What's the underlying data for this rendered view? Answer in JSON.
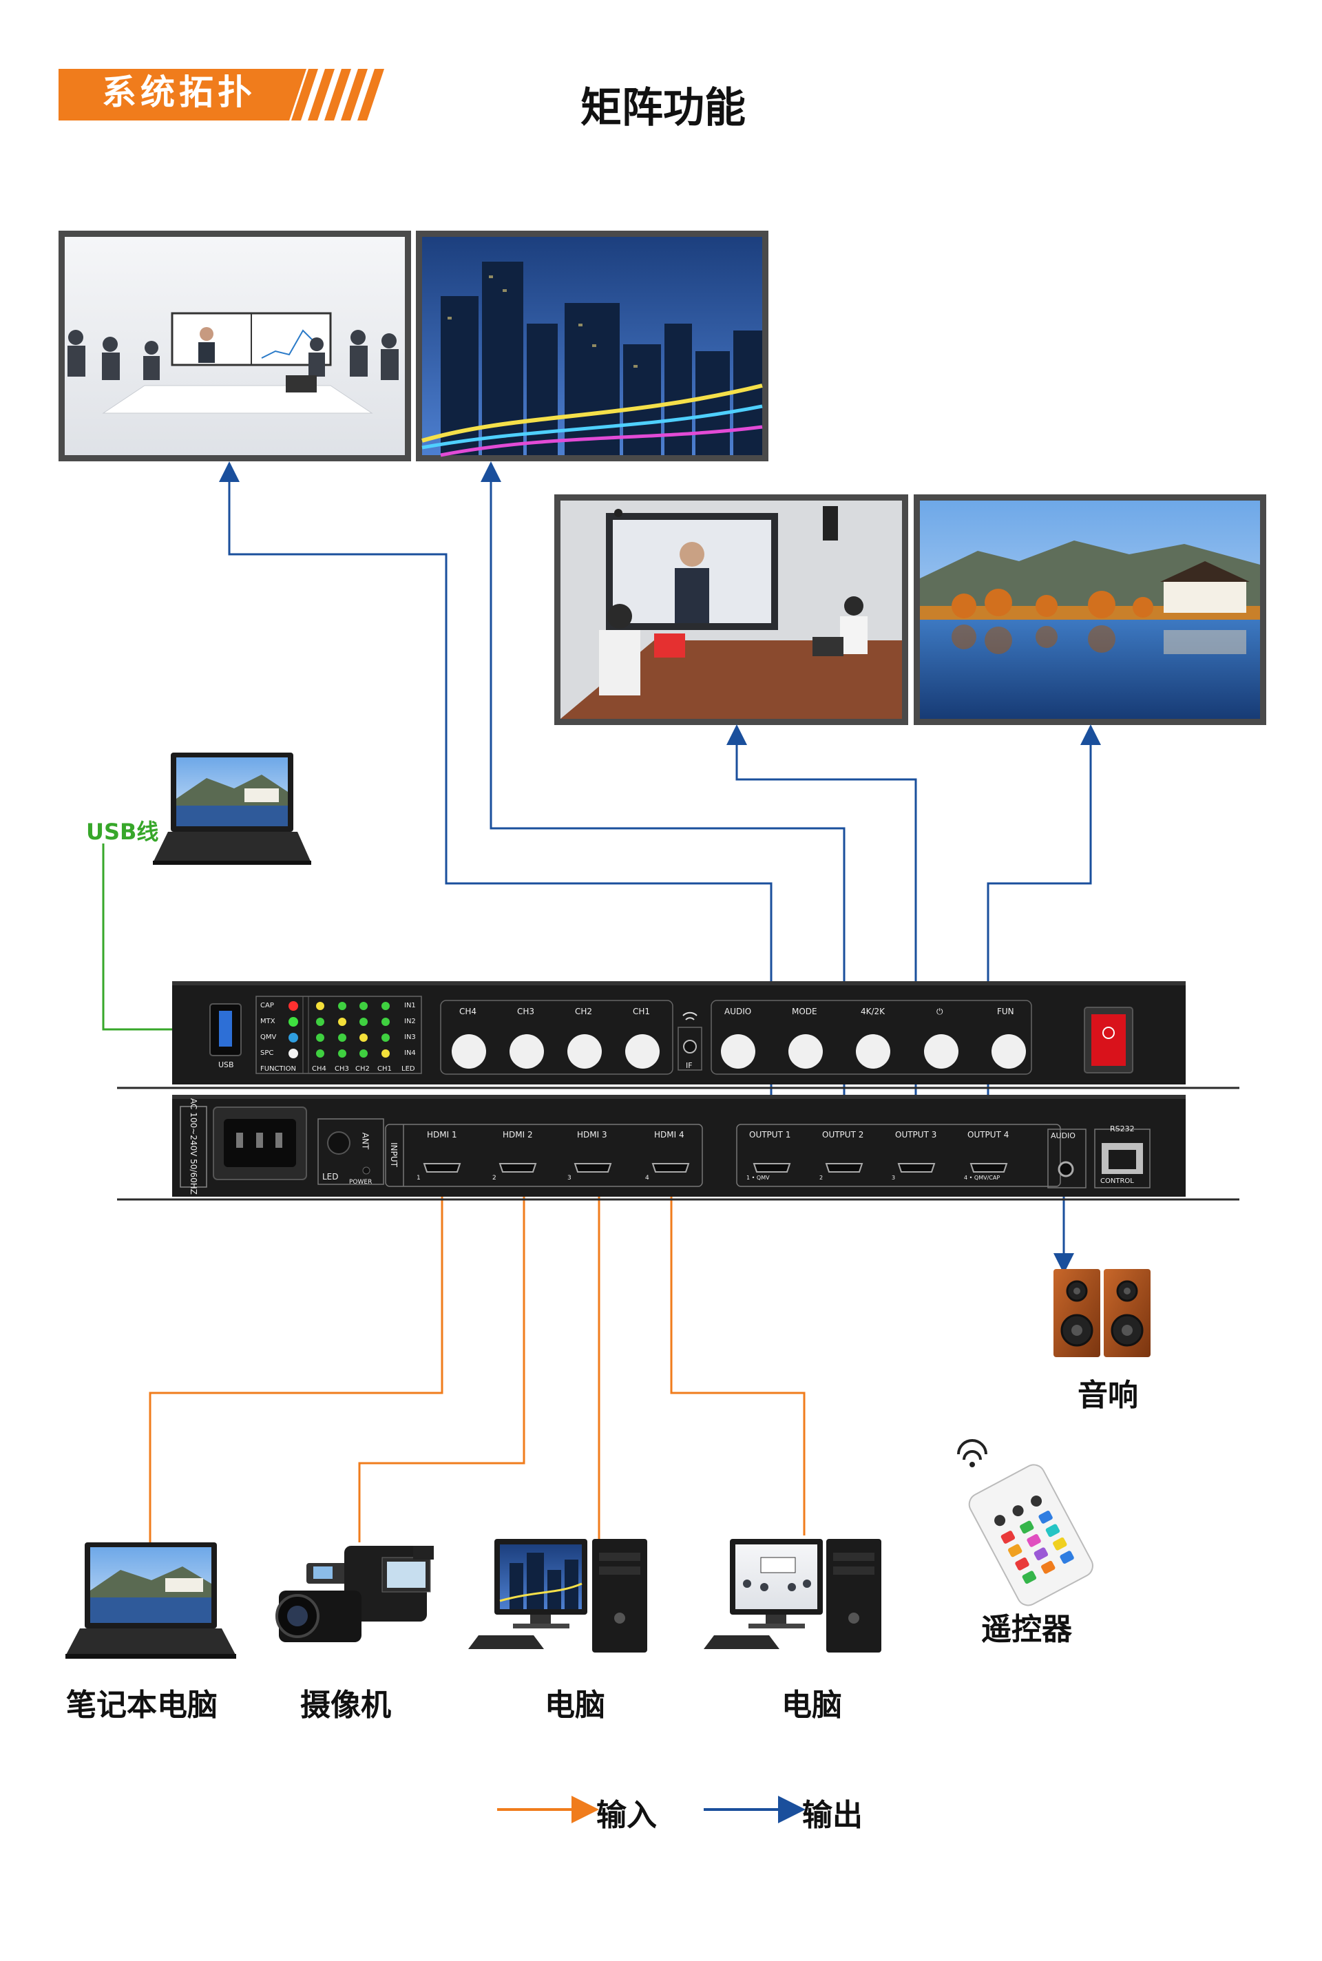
{
  "header": {
    "tag": "系统拓扑",
    "title": "矩阵功能"
  },
  "labels": {
    "usb_cable": "USB线",
    "speaker": "音响",
    "remote": "遥控器",
    "source_laptop": "笔记本电脑",
    "source_camera": "摄像机",
    "source_pc1": "电脑",
    "source_pc2": "电脑"
  },
  "legend": {
    "input": "输入",
    "output": "输出"
  },
  "colors": {
    "accent": "#f07c1c",
    "input_line": "#f07c1c",
    "output_line": "#1a4f9c",
    "usb_line": "#37a72a",
    "device_body": "#1b1b1b"
  },
  "device_top": {
    "usb": "USB",
    "indicators": [
      "CAP",
      "MTX",
      "QMV",
      "SPC",
      "FUNCTION"
    ],
    "grid_rows": [
      "IN1",
      "IN2",
      "IN3",
      "IN4"
    ],
    "grid_cols": [
      "CH4",
      "CH3",
      "CH2",
      "CH1",
      "LED"
    ],
    "ch_buttons": [
      "CH4",
      "CH3",
      "CH2",
      "CH1"
    ],
    "ir": "IF",
    "fn_buttons": [
      "AUDIO",
      "MODE",
      "4K/2K",
      "⏻",
      "FUN"
    ]
  },
  "device_bottom": {
    "power": "AC 100~240V 50/60HZ",
    "ant": "ANT",
    "led": "LED",
    "power_label": "POWER",
    "input": "INPUT",
    "hdmi_in": [
      "HDMI 1",
      "HDMI 2",
      "HDMI 3",
      "HDMI 4"
    ],
    "hdmi_in_num": [
      "1",
      "2",
      "3",
      "4"
    ],
    "hdmi_out": [
      "OUTPUT 1",
      "OUTPUT 2",
      "OUTPUT 3",
      "OUTPUT 4"
    ],
    "hdmi_out_num": [
      "1 • QMV",
      "2",
      "3",
      "4 • QMV/CAP"
    ],
    "audio": "AUDIO",
    "rs232": "RS232",
    "control": "CONTROL"
  }
}
